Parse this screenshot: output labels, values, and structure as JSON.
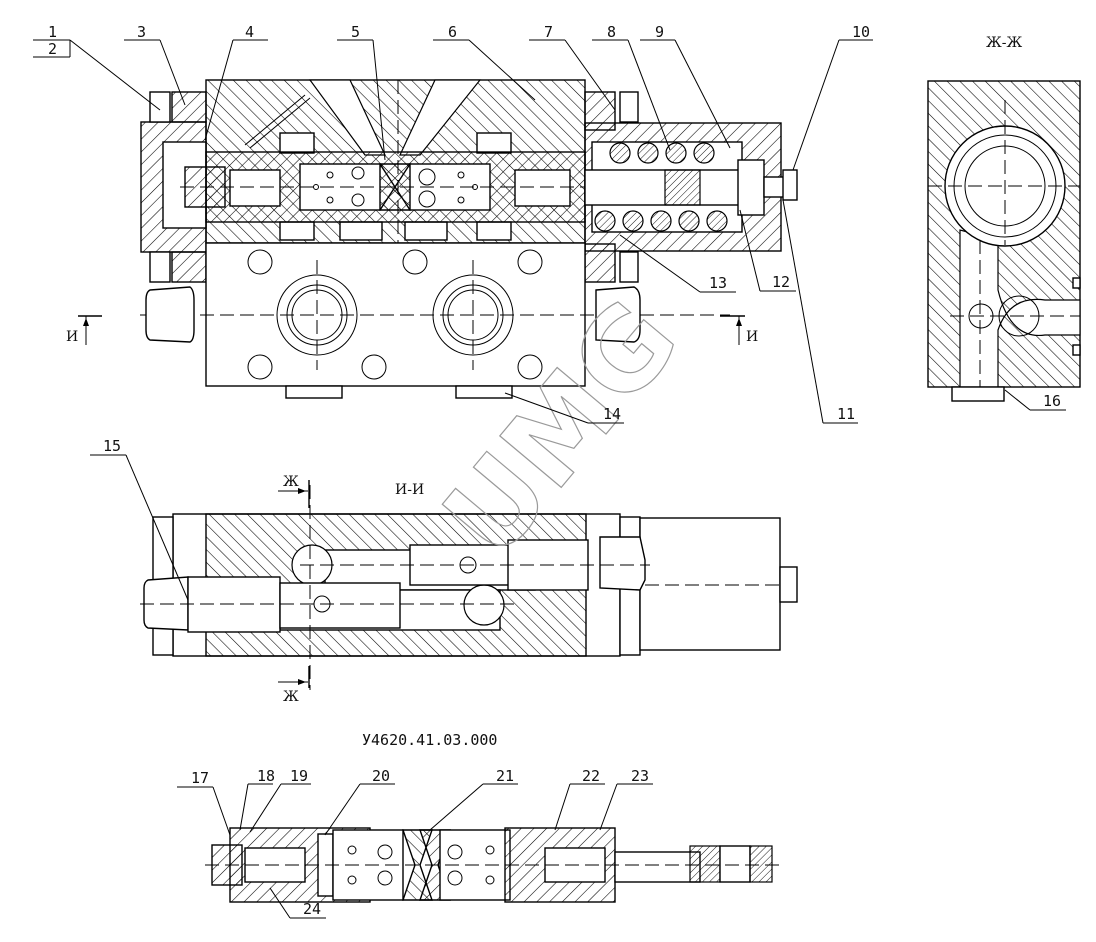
{
  "drawing": {
    "document_number": "У4620.41.03.000",
    "watermark": "UMG",
    "section_views": {
      "zh_zh": "Ж-Ж",
      "i_i": "И-И"
    },
    "section_markers": {
      "i_left": "И",
      "i_right": "И",
      "zh_top": "Ж",
      "zh_bottom": "Ж"
    },
    "callouts": [
      {
        "id": "1",
        "label": "1"
      },
      {
        "id": "2",
        "label": "2"
      },
      {
        "id": "3",
        "label": "3"
      },
      {
        "id": "4",
        "label": "4"
      },
      {
        "id": "5",
        "label": "5"
      },
      {
        "id": "6",
        "label": "6"
      },
      {
        "id": "7",
        "label": "7"
      },
      {
        "id": "8",
        "label": "8"
      },
      {
        "id": "9",
        "label": "9"
      },
      {
        "id": "10",
        "label": "10"
      },
      {
        "id": "11",
        "label": "11"
      },
      {
        "id": "12",
        "label": "12"
      },
      {
        "id": "13",
        "label": "13"
      },
      {
        "id": "14",
        "label": "14"
      },
      {
        "id": "15",
        "label": "15"
      },
      {
        "id": "16",
        "label": "16"
      },
      {
        "id": "17",
        "label": "17"
      },
      {
        "id": "18",
        "label": "18"
      },
      {
        "id": "19",
        "label": "19"
      },
      {
        "id": "20",
        "label": "20"
      },
      {
        "id": "21",
        "label": "21"
      },
      {
        "id": "22",
        "label": "22"
      },
      {
        "id": "23",
        "label": "23"
      },
      {
        "id": "24",
        "label": "24"
      }
    ]
  }
}
